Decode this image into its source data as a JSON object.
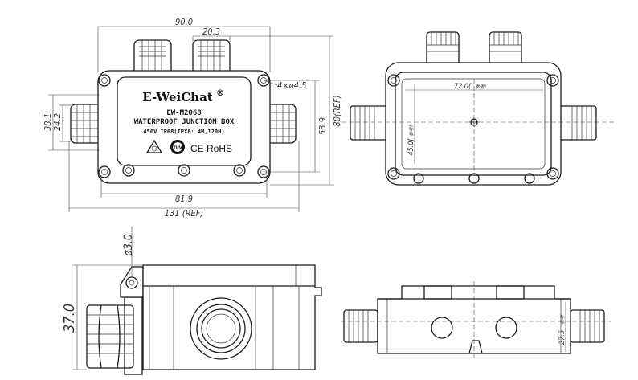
{
  "label": {
    "brand": "E-WeiChat",
    "registered": "®",
    "model": "EW-M2068",
    "product": "WATERPROOF JUNCTION BOX",
    "rating": "450V  IP68(IPX8: 4M,120H)",
    "tuv": "TÜV",
    "marks": "CE RoHS"
  },
  "top_view": {
    "width": "90.0",
    "gland_pitch": "20.3",
    "holes": "4×ø4.5",
    "height_38": "38.1",
    "height_24": "24.2",
    "height_53": "53.9",
    "height_ref": "80(REF)",
    "inner_width": "81.9",
    "overall_length": "131 (REF)"
  },
  "back_view": {
    "inner_length": "72.0(",
    "inner_length_ref": "参考)",
    "inner_height": "45.0(",
    "inner_height_ref": "参考)"
  },
  "side_view": {
    "hole": "ø3.0",
    "depth": "37.0"
  },
  "front_view": {
    "depth_inner": "27.5",
    "depth_inner_ref": "参考"
  }
}
